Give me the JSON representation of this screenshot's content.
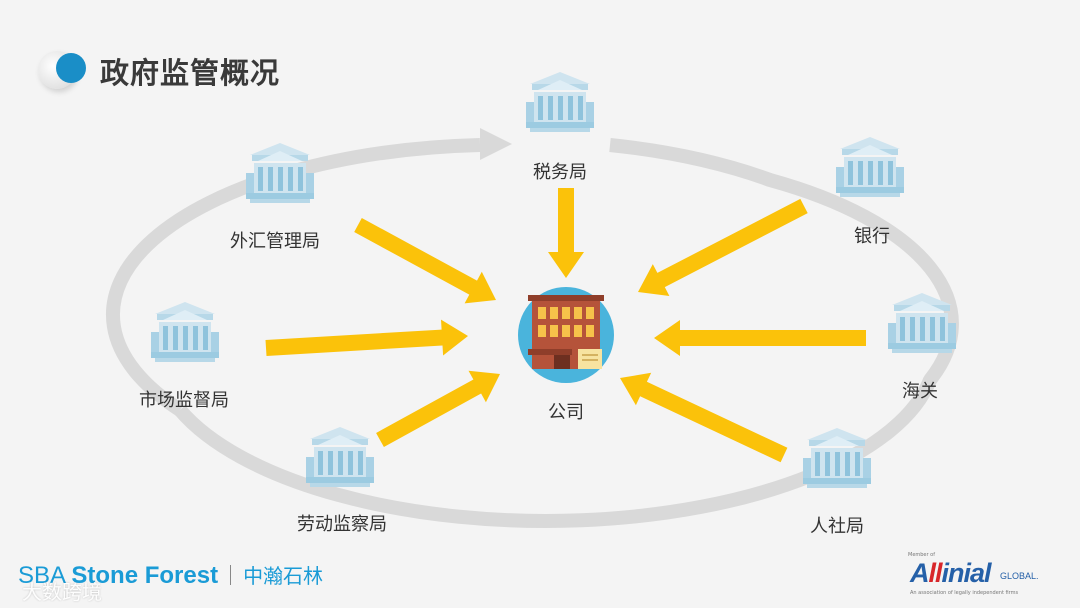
{
  "title": "政府监管概况",
  "center": {
    "label": "公司"
  },
  "nodes": [
    {
      "id": "tax",
      "label": "税务局"
    },
    {
      "id": "forex",
      "label": "外汇管理局"
    },
    {
      "id": "bank",
      "label": "银行"
    },
    {
      "id": "market",
      "label": "市场监督局"
    },
    {
      "id": "customs",
      "label": "海关"
    },
    {
      "id": "labor",
      "label": "劳动监察局"
    },
    {
      "id": "social",
      "label": "人社局"
    }
  ],
  "footer": {
    "brand_light": "SBA",
    "brand_bold": "Stone Forest",
    "brand_cn": "中瀚石林",
    "watermark": "大数跨境",
    "partner_member": "Member of",
    "partner_pre": "A",
    "partner_red": "ll",
    "partner_post": "inial",
    "partner_global": "GLOBAL.",
    "partner_sub": "An association of legally independent firms"
  },
  "colors": {
    "accent_blue": "#1a8ec7",
    "arrow_yellow": "#fbc20a",
    "ring_gray": "#d9d9d9",
    "building_blue": "#9ccbe1",
    "company_brown": "#b5533a"
  }
}
